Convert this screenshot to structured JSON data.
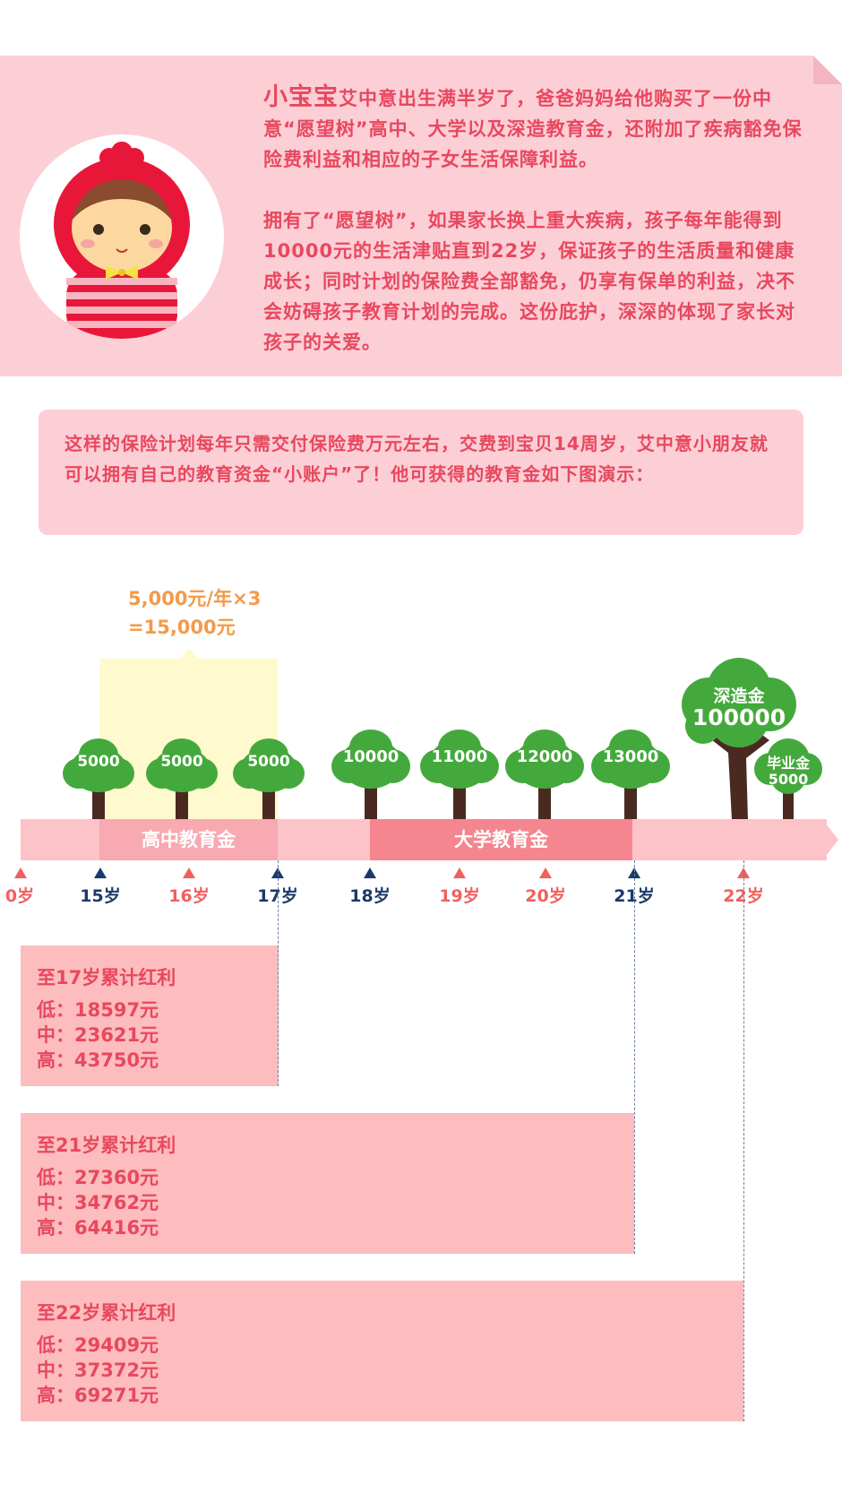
{
  "intro": {
    "highlight": "小宝宝",
    "para1_rest": "艾中意出生满半岁了，爸爸妈妈给他购买了一份中意“愿望树”高中、大学以及深造教育金，还附加了疾病豁免保险费利益和相应的子女生活保障利益。",
    "para2": "拥有了“愿望树”，如果家长换上重大疾病，孩子每年能得到10000元的生活津贴直到22岁，保证孩子的生活质量和健康成长；同时计划的保险费全部豁免，仍享有保单的利益，决不会妨碍孩子教育计划的完成。这份庇护，深深的体现了家长对孩子的关爱。"
  },
  "note": "这样的保险计划每年只需交付保险费万元左右，交费到宝贝14周岁，艾中意小朋友就可以拥有自己的教育资金“小账户”了！他可获得的教育金如下图演示：",
  "formula": "5,000元/年×3\n=15,000元",
  "timeline": {
    "band_high_school": "高中教育金",
    "band_university": "大学教育金",
    "ages": [
      "0岁",
      "15岁",
      "16岁",
      "17岁",
      "18岁",
      "19岁",
      "20岁",
      "21岁",
      "22岁"
    ],
    "trees": [
      "5000",
      "5000",
      "5000",
      "10000",
      "11000",
      "12000",
      "13000"
    ],
    "advanced": {
      "label": "深造金",
      "value": "100000"
    },
    "graduation": {
      "label": "毕业金",
      "value": "5000"
    }
  },
  "bonuses": [
    {
      "title": "至17岁累计红利",
      "low": "低：18597元",
      "mid": "中：23621元",
      "high": "高：43750元"
    },
    {
      "title": "至21岁累计红利",
      "low": "低：27360元",
      "mid": "中：34762元",
      "high": "高：64416元"
    },
    {
      "title": "至22岁累计红利",
      "low": "低：29409元",
      "mid": "中：37372元",
      "high": "高：69271元"
    }
  ],
  "colors": {
    "pink_bg": "#fccfd6",
    "text_red": "#e8485f",
    "tree_green": "#44a93c",
    "orange": "#f39a4a",
    "navy": "#1b3a6b"
  }
}
